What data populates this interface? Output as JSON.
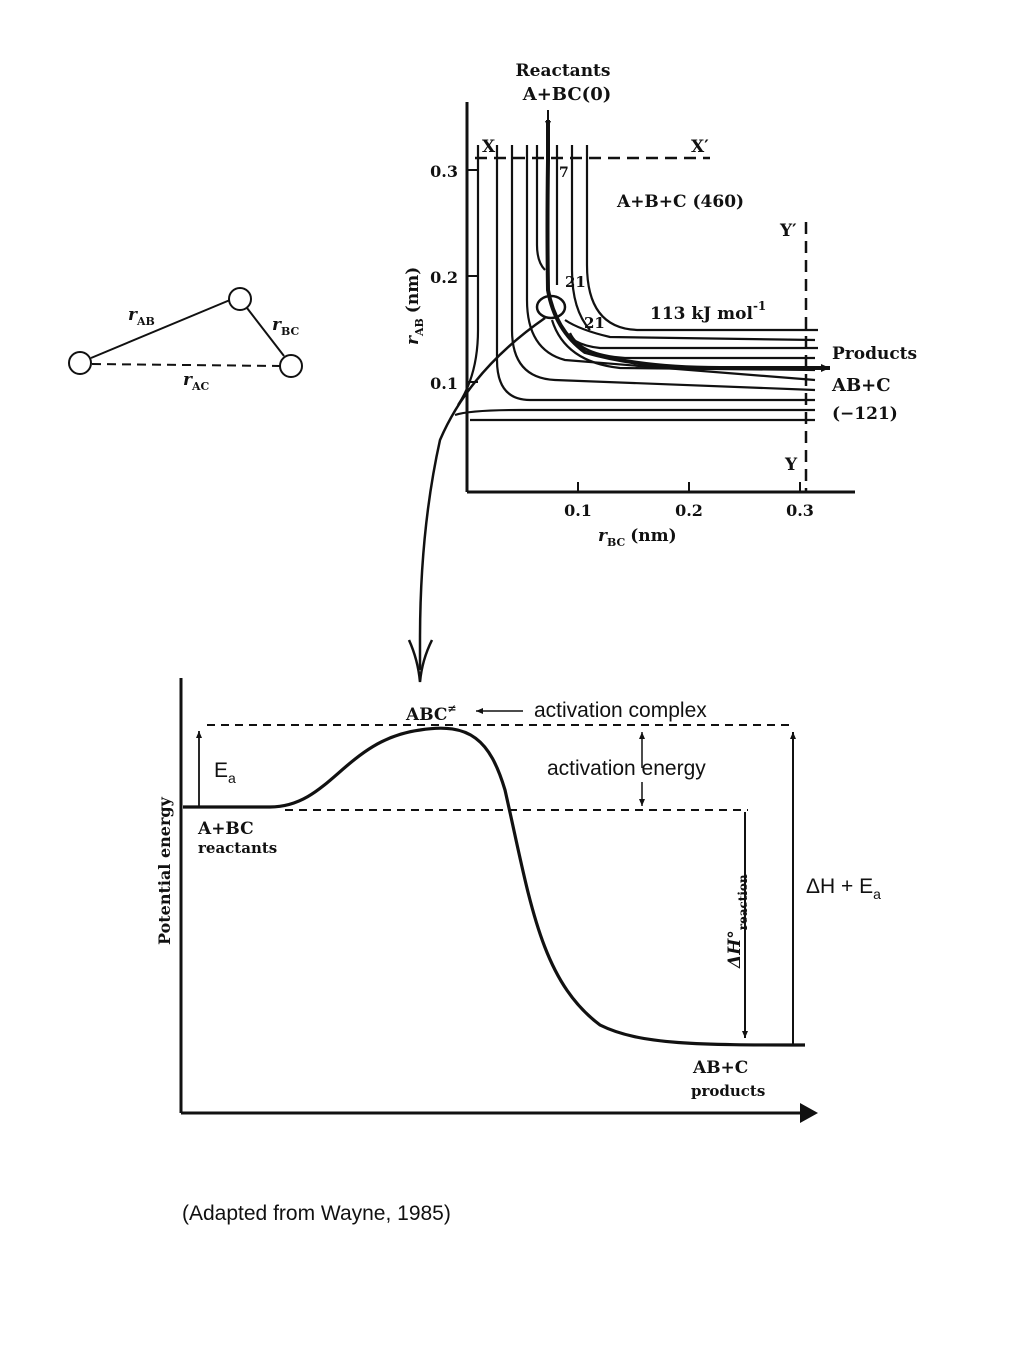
{
  "triangle": {
    "r_ab": "r",
    "r_ab_sub": "AB",
    "r_bc": "r",
    "r_bc_sub": "BC",
    "r_ac": "r",
    "r_ac_sub": "AC"
  },
  "contour_plot": {
    "reactants_title": "Reactants",
    "reactants_label": "A+BC(0)",
    "x_left": "X",
    "x_right": "X′",
    "y_top": "Y′",
    "y_bottom": "Y",
    "atoms_label": "A+B+C (460)",
    "contour_7": "7",
    "contour_21a": "21",
    "contour_21b": "21",
    "contour_113": "113 kJ mol",
    "contour_113_exp": "-1",
    "products_title": "Products",
    "products_label": "AB+C",
    "products_energy": "(−121)",
    "y_axis_label": "r",
    "y_axis_sub": "AB",
    "y_axis_unit": "(nm)",
    "x_axis_label": "r",
    "x_axis_sub": "BC",
    "x_axis_unit": "(nm)",
    "y_ticks": [
      "0.1",
      "0.2",
      "0.3"
    ],
    "x_ticks": [
      "0.1",
      "0.2",
      "0.3"
    ]
  },
  "energy_profile": {
    "transition_state": "ABC",
    "transition_state_sup": "≠",
    "activation_complex": "activation complex",
    "activation_energy": "activation energy",
    "ea": "E",
    "ea_sub": "a",
    "reactants": "A+BC",
    "reactants_word": "reactants",
    "products": "AB+C",
    "products_word": "products",
    "y_axis_label": "Potential energy",
    "dh_reaction": "ΔH°",
    "dh_reaction_sub": "reaction",
    "dh_plus_ea": "ΔH + E",
    "dh_plus_ea_sub": "a"
  },
  "caption": "(Adapted from Wayne, 1985)"
}
